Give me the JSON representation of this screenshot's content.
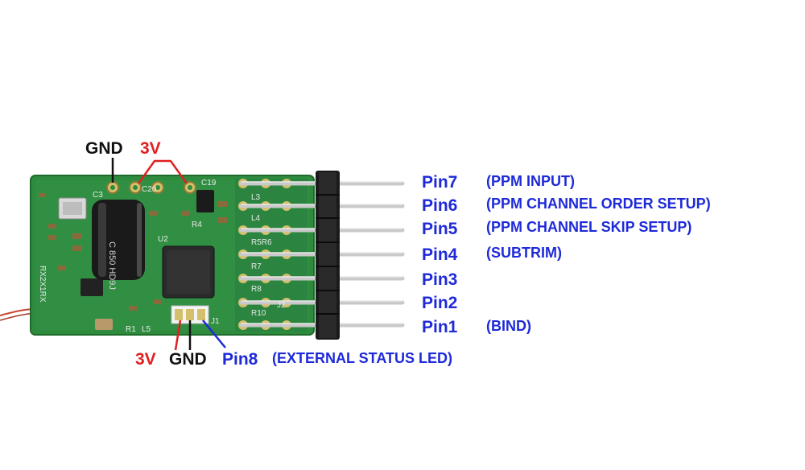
{
  "power_top": {
    "gnd": "GND",
    "v3": "3V"
  },
  "power_bottom": {
    "v3": "3V",
    "gnd": "GND",
    "pin8": "Pin8",
    "pin8_desc": "(EXTERNAL STATUS LED)"
  },
  "pins": [
    {
      "label": "Pin7",
      "desc": "(PPM INPUT)"
    },
    {
      "label": "Pin6",
      "desc": "(PPM CHANNEL ORDER SETUP)"
    },
    {
      "label": "Pin5",
      "desc": "(PPM CHANNEL SKIP SETUP)"
    },
    {
      "label": "Pin4",
      "desc": "(SUBTRIM)"
    },
    {
      "label": "Pin3",
      "desc": ""
    },
    {
      "label": "Pin2",
      "desc": ""
    },
    {
      "label": "Pin1",
      "desc": "(BIND)"
    }
  ],
  "board_markings": {
    "cap_text": "C 850 HD9J",
    "c19": "C19",
    "c20": "C20",
    "c3": "C3",
    "r4": "R4",
    "u2": "U2",
    "l3": "L3",
    "l4": "L4",
    "r5r6": "R5R6",
    "r7": "R7",
    "r8": "R8",
    "r10": "R10",
    "j2": "J2",
    "r1": "R1",
    "l5": "L5",
    "j1": "J1",
    "model": "RX2X1RX"
  },
  "colors": {
    "pcb": "#2e8b3e",
    "pcb_dark": "#1f6b2c",
    "pcb_light": "#48a556",
    "pin_blue": "#1e2ad8",
    "power_red": "#e02020",
    "text_black": "#111111",
    "header_black": "#1a1a1a",
    "pin_metal": "#c9c9c9"
  }
}
